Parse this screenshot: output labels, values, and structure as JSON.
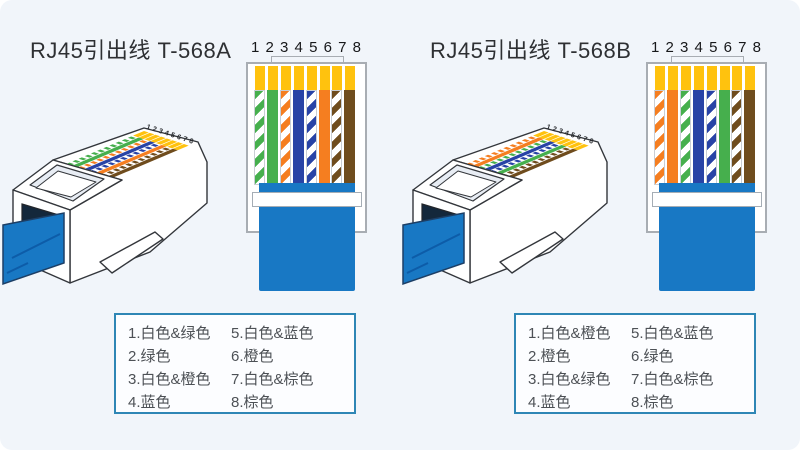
{
  "page": {
    "background": "#f1f5fa"
  },
  "palette": {
    "gold": "#FFC20E",
    "green": "#46AF4D",
    "orange": "#F57E20",
    "blue": "#2843A6",
    "brown": "#6F4C1D",
    "white": "#FFFFFF",
    "cable_blue": "#1878C4",
    "cable_stripe": "#0D5CA8",
    "legend_border": "#2E86B5",
    "outline_dark": "#33363B",
    "outline_light": "#A8ADB3"
  },
  "panels": [
    {
      "title": "RJ45引出线 T-568A",
      "pin_numbers": "1 2 3 4 5 6 7 8",
      "pin_digits": [
        "1",
        "2",
        "3",
        "4",
        "5",
        "6",
        "7",
        "8"
      ],
      "wire_order": [
        "white-green",
        "green",
        "white-orange",
        "blue",
        "white-blue",
        "orange",
        "white-brown",
        "brown"
      ],
      "legend": {
        "col1": [
          "1.白色&绿色",
          "2.绿色",
          "3.白色&橙色",
          "4.蓝色"
        ],
        "col2": [
          "5.白色&蓝色",
          "6.橙色",
          "7.白色&棕色",
          "8.棕色"
        ]
      }
    },
    {
      "title": "RJ45引出线 T-568B",
      "pin_numbers": "1 2 3 4 5 6 7 8",
      "pin_digits": [
        "1",
        "2",
        "3",
        "4",
        "5",
        "6",
        "7",
        "8"
      ],
      "wire_order": [
        "white-orange",
        "orange",
        "white-green",
        "blue",
        "white-blue",
        "green",
        "white-brown",
        "brown"
      ],
      "legend": {
        "col1": [
          "1.白色&橙色",
          "2.橙色",
          "3.白色&绿色",
          "4.蓝色"
        ],
        "col2": [
          "5.白色&蓝色",
          "6.绿色",
          "7.白色&棕色",
          "8.棕色"
        ]
      }
    }
  ]
}
